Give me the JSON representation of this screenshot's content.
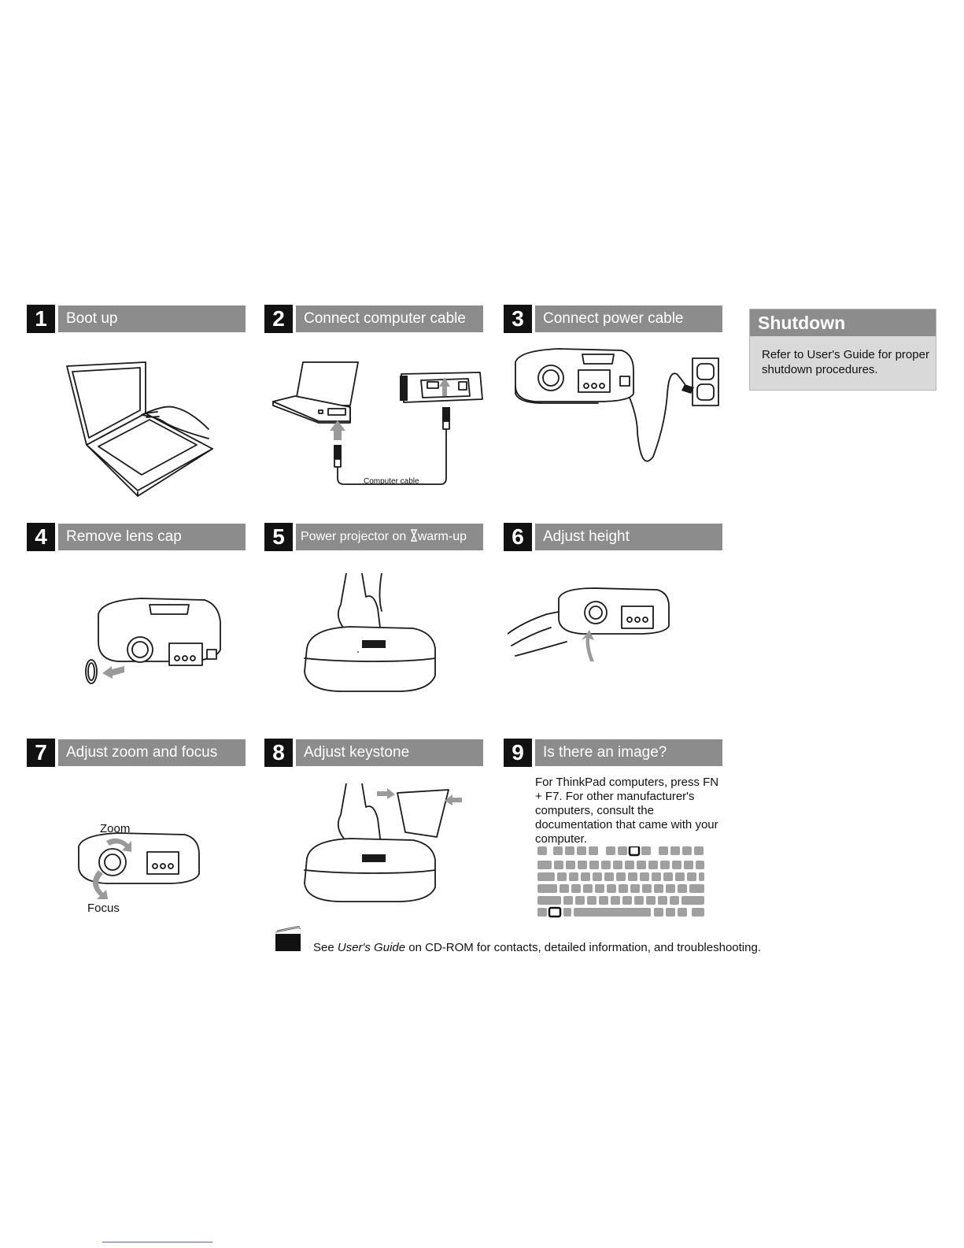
{
  "steps": [
    {
      "num": "1",
      "title": "Boot up"
    },
    {
      "num": "2",
      "title": "Connect computer cable"
    },
    {
      "num": "3",
      "title": "Connect power cable"
    },
    {
      "num": "4",
      "title": "Remove lens cap"
    },
    {
      "num": "5",
      "title": "Power projector on",
      "suffix": "warm-up"
    },
    {
      "num": "6",
      "title": "Adjust height"
    },
    {
      "num": "7",
      "title": "Adjust zoom and focus"
    },
    {
      "num": "8",
      "title": "Adjust keystone"
    },
    {
      "num": "9",
      "title": "Is there an image?"
    }
  ],
  "labels": {
    "computer_cable": "Computer cable",
    "zoom": "Zoom",
    "focus": "Focus"
  },
  "shutdown": {
    "title": "Shutdown",
    "body": "Refer to User's Guide for proper shutdown procedures."
  },
  "step9_text": "For ThinkPad computers, press FN + F7. For other manufacturer's computers, consult the documentation that came with your computer.",
  "footer": {
    "prefix": "See ",
    "guide": "User's Guide",
    "suffix": " on CD-ROM for contacts, detailed information, and troubleshooting."
  }
}
